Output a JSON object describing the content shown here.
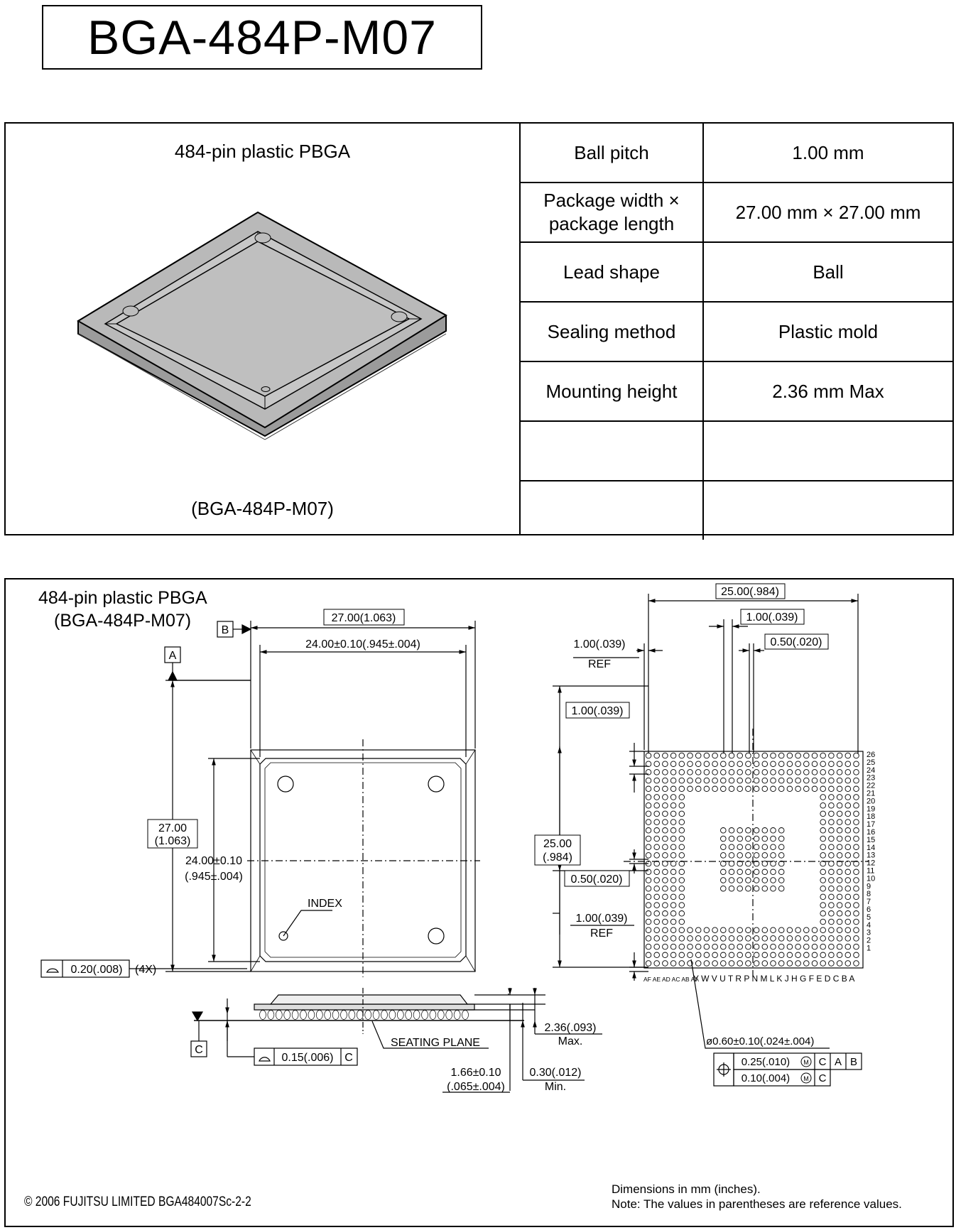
{
  "title": "BGA-484P-M07",
  "package": {
    "caption": "484-pin plastic PBGA",
    "code": "(BGA-484P-M07)"
  },
  "specs": [
    {
      "label": "Ball pitch",
      "value": "1.00 mm"
    },
    {
      "label": "Package width × package length",
      "value": "27.00 mm × 27.00 mm"
    },
    {
      "label": "Lead shape",
      "value": "Ball"
    },
    {
      "label": "Sealing method",
      "value": "Plastic mold"
    },
    {
      "label": "Mounting height",
      "value": "2.36 mm Max"
    },
    {
      "label": "",
      "value": ""
    },
    {
      "label": "",
      "value": ""
    }
  ],
  "drawing": {
    "title_line1": "484-pin plastic PBGA",
    "title_line2": "(BGA-484P-M07)",
    "datum_a": "A",
    "datum_b": "B",
    "datum_c": "C",
    "dim_top_outer": "27.00(1.063)",
    "dim_top_inner": "24.00±0.10(.945±.004)",
    "dim_left_outer_1": "27.00",
    "dim_left_outer_2": "(1.063)",
    "dim_left_inner_1": "24.00±0.10",
    "dim_left_inner_2": "(.945±.004)",
    "index": "INDEX",
    "flatness": "0.20(.008)",
    "flatness_count": "(4X)",
    "dim_ball_span": "25.00(.984)",
    "dim_pitch": "1.00(.039)",
    "dim_half_pitch": "0.50(.020)",
    "dim_ref_top_1": "1.00(.039)",
    "dim_ref_top_2": "REF",
    "dim_pitch_v": "1.00(.039)",
    "dim_span_v_1": "25.00",
    "dim_span_v_2": "(.984)",
    "dim_half_v": "0.50(.020)",
    "dim_ref_bot_1": "1.00(.039)",
    "dim_ref_bot_2": "REF",
    "row_numbers": [
      "26",
      "25",
      "24",
      "23",
      "22",
      "21",
      "20",
      "19",
      "18",
      "17",
      "16",
      "15",
      "14",
      "13",
      "12",
      "11",
      "10",
      "9",
      "8",
      "7",
      "6",
      "5",
      "4",
      "3",
      "2",
      "1"
    ],
    "col_letters_small": "AF AE AD AC AB AA",
    "col_letters": "Y W V U T R P N M L K J H G F E D C B A",
    "ball_dia": "ø0.60±0.10(.024±.004)",
    "pos_tol_1": "0.25(.010)",
    "pos_tol_2": "0.10(.004)",
    "mmc": "M",
    "ref_c": "C",
    "ref_a": "A",
    "ref_b": "B",
    "coplanarity": "0.15(.006)",
    "seating_plane": "SEATING PLANE",
    "height_max_1": "2.36(.093)",
    "height_max_2": "Max.",
    "body_h_1": "1.66±0.10",
    "body_h_2": "(.065±.004)",
    "standoff_1": "0.30(.012)",
    "standoff_2": "Min."
  },
  "footer": {
    "copyright": "© 2006 FUJITSU LIMITED BGA484007Sc-2-2",
    "note1": "Dimensions in mm (inches).",
    "note2": "Note: The values in parentheses are reference values."
  }
}
